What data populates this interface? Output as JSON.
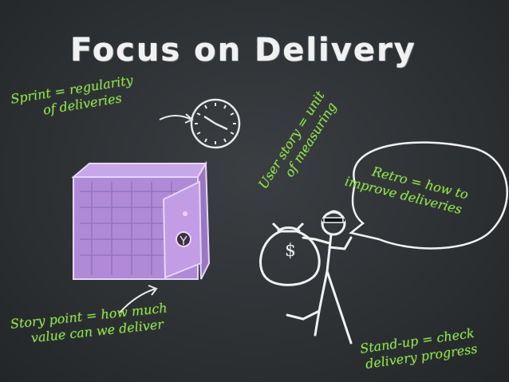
{
  "slide": {
    "title": "Focus on Delivery",
    "notes": {
      "sprint": [
        "Sprint = regularity",
        "of deliveries"
      ],
      "user_story": [
        "User story = unit",
        "of measuring"
      ],
      "retro": [
        "Retro = how to",
        "improve deliveries"
      ],
      "story_point": [
        "Story point = how much",
        "value can we deliver"
      ],
      "standup": [
        "Stand-up = check",
        "delivery progress"
      ]
    },
    "bag_symbol": "$",
    "colors": {
      "chalkboard": "#2e3134",
      "chalk_white": "#f1f1f1",
      "chalk_green": "#8ee04a",
      "safe_purple": "#b08ad8"
    }
  }
}
